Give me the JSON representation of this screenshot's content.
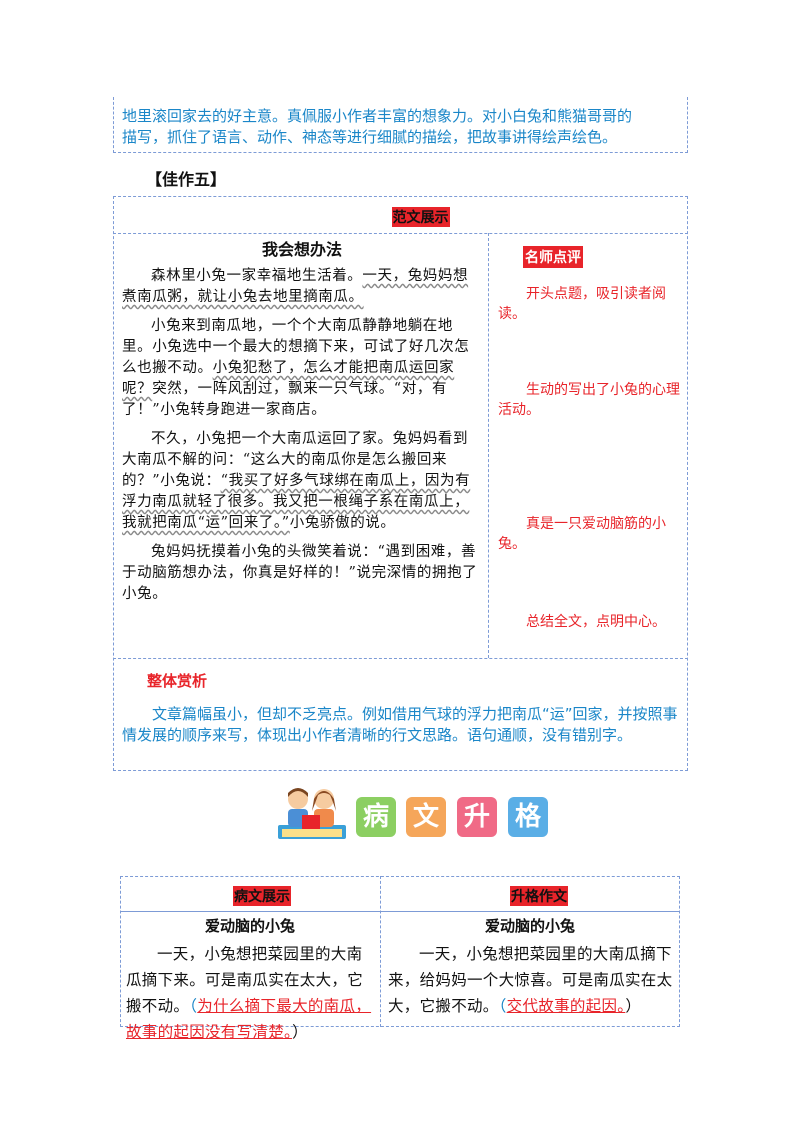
{
  "top_review": {
    "line1": "地里滚回家去的好主意。真佩服小作者丰富的想象力。对小白兔和熊猫哥哥的",
    "line2": "描写，抓住了语言、动作、神态等进行细腻的描绘，把故事讲得绘声绘色。"
  },
  "section_label": "【佳作五】",
  "essay": {
    "header": "范文展示",
    "title": "我会想办法",
    "p1_plain_a": "森林里小兔一家幸福地生活着。",
    "p1_wavy": "一天，兔妈妈想煮南瓜粥，就让小兔去地里摘南瓜。",
    "p2_plain_a": "小兔来到南瓜地，一个个大南瓜静静地躺在地里。小兔选中一个最大的想摘下来，可试了好几次怎么也搬不动。",
    "p2_wavy": "小兔犯愁了，怎么才能把南瓜运回家呢？",
    "p2_plain_b": "突然，一阵风刮过，飘来一只气球。“对，有了！”小兔转身跑进一家商店。",
    "p3_plain_a": "不久，小兔把一个大南瓜运回了家。兔妈妈看到大南瓜不解的问：“这么大的南瓜你是怎么搬回来的？”小兔说：",
    "p3_wavy": "“我买了好多气球绑在南瓜上，因为有浮力南瓜就轻了很多。我又把一根绳子系在南瓜上，我就把南瓜“运”回来了。”",
    "p3_plain_b": "小兔骄傲的说。",
    "p4": "兔妈妈抚摸着小兔的头微笑着说：“遇到困难，善于动脑筋想办法，你真是好样的！”说完深情的拥抱了小兔。"
  },
  "teacher": {
    "label": "名师点评",
    "c1": "开头点题，吸引读者阅读。",
    "c2": "生动的写出了小兔的心理活动。",
    "c3": "真是一只爱动脑筋的小兔。",
    "c4": "总结全文，点明中心。"
  },
  "overall": {
    "label": "整体赏析",
    "text": "文章篇幅虽小，但却不乏亮点。例如借用气球的浮力把南瓜“运”回家，并按照事情发展的顺序来写，体现出小作者清晰的行文思路。语句通顺，没有错别字。"
  },
  "banner": {
    "chars": [
      "病",
      "文",
      "升",
      "格"
    ]
  },
  "compare": {
    "left_label": "病文展示",
    "right_label": "升格作文",
    "left_title": "爱动脑的小兔",
    "right_title": "爱动脑的小兔",
    "left_text": "一天，小兔想把菜园里的大南瓜摘下来。可是南瓜实在太大，它搬不动。",
    "left_note_open": "（",
    "left_note": "为什么摘下最大的南瓜，故事的起因没有写清楚。",
    "left_note_close": "）",
    "right_text": "一天，小兔想把菜园里的大南瓜摘下来，给妈妈一个大惊喜。可是南瓜实在太大，它搬不动。",
    "right_note_open": "（",
    "right_note": "交代故事的起因。",
    "right_note_close": "）"
  },
  "colors": {
    "blue_text": "#1a86c8",
    "red": "#e8242a",
    "border": "#7d9bd6"
  }
}
